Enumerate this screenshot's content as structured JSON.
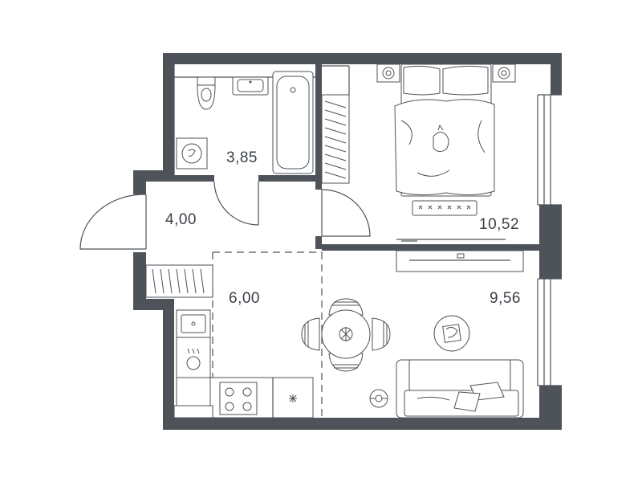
{
  "plan": {
    "rooms": [
      {
        "id": "bathroom",
        "area": "3,85"
      },
      {
        "id": "hallway",
        "area": "4,00"
      },
      {
        "id": "kitchen",
        "area": "6,00"
      },
      {
        "id": "bedroom",
        "area": "10,52"
      },
      {
        "id": "living-room",
        "area": "9,56"
      }
    ]
  },
  "colors": {
    "wall": "#4d5359",
    "background": "#ffffff",
    "text": "#3a3f45"
  }
}
